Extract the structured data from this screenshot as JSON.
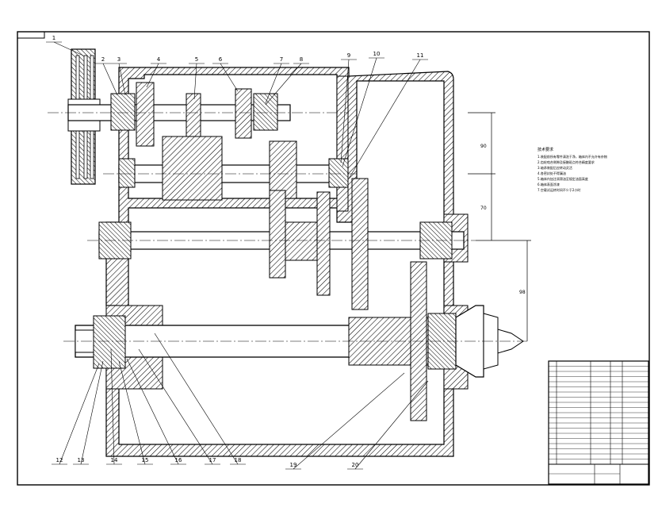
{
  "drawing": {
    "balloons": [
      "1",
      "2",
      "3",
      "4",
      "5",
      "6",
      "7",
      "8",
      "9",
      "10",
      "11",
      "12",
      "13",
      "14",
      "15",
      "16",
      "17",
      "18",
      "19",
      "20"
    ],
    "notes_title": "技术要求",
    "notes_lines": [
      "1.装配前所有零件清洗干净，箱体内不允许有杂物",
      "2.齿轮啮合侧隙及接触斑点符合精度要求",
      "3.轴承装配后应转动灵活",
      "4.各密封处不得漏油",
      "5.箱体内加注润滑油至规定油面高度",
      "6.箱体表面涂漆",
      "7.空载试运转时间不少于2小时"
    ],
    "dimensions": [
      "90",
      "70",
      "98"
    ]
  },
  "title_block": {
    "parts_table_rows": 20
  }
}
